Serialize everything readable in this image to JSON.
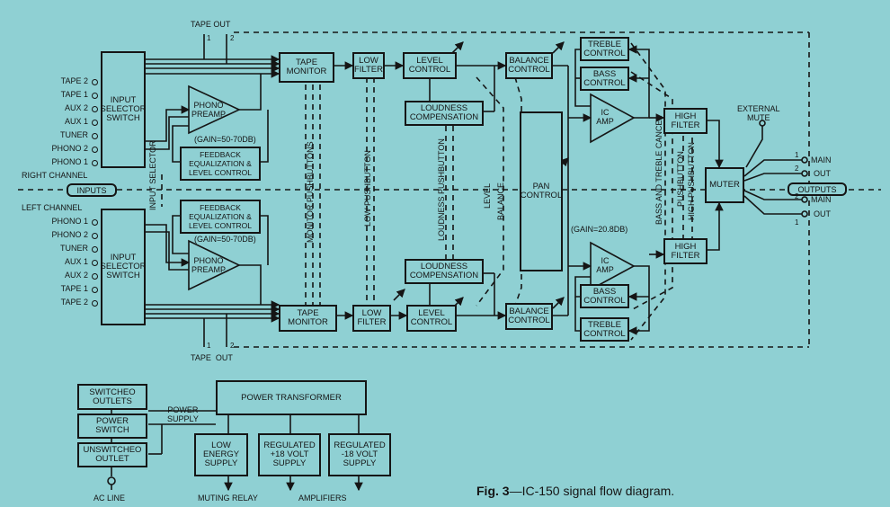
{
  "figure": {
    "number": "Fig. 3",
    "caption": "IC-150 signal flow diagram."
  },
  "right_inputs": [
    "TAPE 2",
    "TAPE 1",
    "AUX 2",
    "AUX 1",
    "TUNER",
    "PHONO 2",
    "PHONO 1"
  ],
  "left_inputs": [
    "PHONO 1",
    "PHONO 2",
    "TUNER",
    "AUX 1",
    "AUX 2",
    "TAPE 1",
    "TAPE 2"
  ],
  "labels": {
    "tape_out": "TAPE OUT",
    "tape_out_bottom": "TAPE  OUT",
    "right_channel": "RIGHT CHANNEL",
    "left_channel": "LEFT CHANNEL",
    "inputs": "INPUTS",
    "outputs": "OUTPUTS",
    "input_selector": "INPUT SELECTOR",
    "monitor_pushbuttons": "MONITOR PUSHBUTTONS",
    "low_pushbutton": "LOW PUSHBUTTON",
    "loudness_pushbutton": "LOUDNESS PUSHBUTTON",
    "level": "LEVEL",
    "balance": "BALANCE",
    "bass_treble_cancel": "BASS AND TREBLE CANCEL",
    "pushbutton": "PUSHBUTTON",
    "high_pushbutton": "HIGH PUSHBUTTON",
    "external_mute": "EXTERNAL\nMUTE",
    "main": "MAIN",
    "out": "OUT",
    "gain_phono_r": "(GAIN=50-70db)",
    "gain_phono_l": "(GAIN=50-70db)",
    "gain_ic": "(GAIN=20.8db)",
    "power_supply": "POWER\nSUPPLY",
    "ac_line": "AC LINE",
    "muting_relay": "MUTING RELAY",
    "amplifiers": "AMPLIFIERS",
    "t1": "1",
    "t2": "2",
    "b1": "1",
    "b2": "2",
    "o1": "1",
    "o2": "2",
    "o3": "2",
    "o4": "1"
  },
  "blocks": {
    "input_selector_r": "INPUT\nSELECTOR\nSWITCH",
    "input_selector_l": "INPUT\nSELECTOR\nSWITCH",
    "phono_preamp_r": "PHONO\nPREAMP",
    "phono_preamp_l": "PHONO\nPREAMP",
    "feedback_r": "FEEDBACK\nEQUALIZATION &\nLEVEL CONTROL",
    "feedback_l": "FEEDBACK\nEQUALIZATION &\nLEVEL CONTROL",
    "tape_monitor_r": "TAPE\nMONITOR",
    "tape_monitor_l": "TAPE\nMONITOR",
    "low_filter_r": "LOW\nFILTER",
    "low_filter_l": "LOW\nFILTER",
    "level_control_r": "LEVEL\nCONTROL",
    "level_control_l": "LEVEL\nCONTROL",
    "loudness_r": "LOUDNESS\nCOMPENSATION",
    "loudness_l": "LOUDNESS\nCOMPENSATION",
    "balance_r": "BALANCE\nCONTROL",
    "balance_l": "BALANCE\nCONTROL",
    "pan": "PAN\nCONTROL",
    "treble_r": "TREBLE\nCONTROL",
    "bass_r": "BASS\nCONTROL",
    "bass_l": "BASS\nCONTROL",
    "treble_l": "TREBLE\nCONTROL",
    "ic_amp_r": "IC\nAMP",
    "ic_amp_l": "IC\nAMP",
    "high_filter_r": "HIGH\nFILTER",
    "high_filter_l": "HIGH\nFILTER",
    "muter": "MUTER",
    "power_transformer": "POWER TRANSFORMER",
    "switched_outlets": "SWITCHEO\nOUTLETS",
    "power_switch": "POWER\nSWITCH",
    "unswitched_outlet": "UNSWITCHEO\nOUTLET",
    "low_energy": "LOW\nENERGY\nSUPPLY",
    "reg_plus18": "REGULATED\n+18 VOLT\nSUPPLY",
    "reg_minus18": "REGULATED\n-18 VOLT\nSUPPLY"
  },
  "colors": {
    "background": "#8fd0d3",
    "ink": "#151515"
  }
}
